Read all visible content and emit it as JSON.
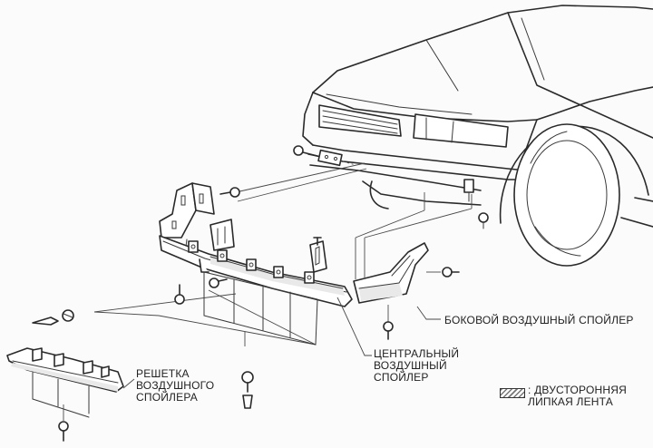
{
  "labels": {
    "side_spoiler": "БОКОВОЙ ВОЗДУШНЫЙ СПОЙЛЕР",
    "center_spoiler": [
      "ЦЕНТРАЛЬНЫЙ",
      "ВОЗДУШНЫЙ",
      "СПОЙЛЕР"
    ],
    "grille": [
      "РЕШЕТКА",
      "ВОЗДУШНОГО",
      "СПОЙЛЕРА"
    ],
    "legend": ": ДВУСТОРОННЯЯ\nЛИПКАЯ ЛЕНТА"
  },
  "legend": {
    "lines": [
      ": ДВУСТОРОННЯЯ",
      "ЛИПКАЯ ЛЕНТА"
    ]
  },
  "colors": {
    "line": "#2a2a2a",
    "paper": "#fbfbfb",
    "hatch": "#777777"
  }
}
